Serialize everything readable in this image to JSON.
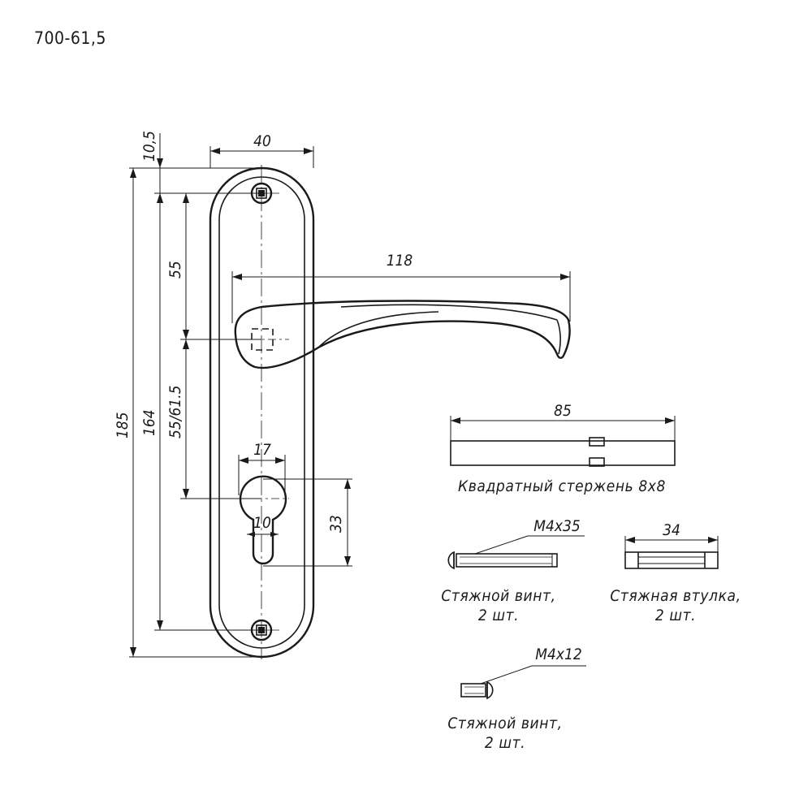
{
  "model_code": "700-61,5",
  "dimensions": {
    "plate_width": "40",
    "top_offset": "10,5",
    "lever_length": "118",
    "total_height": "185",
    "screw_spacing": "164",
    "upper_offset": "55",
    "cylinder_offset": "55/61.5",
    "cylinder_width": "17",
    "cylinder_inner": "10",
    "cylinder_height": "33"
  },
  "parts": {
    "spindle": {
      "length": "85",
      "caption": "Квадратный стержень 8x8"
    },
    "screw_long": {
      "size": "M4x35",
      "caption_line1": "Стяжной винт,",
      "caption_line2": "2 шт."
    },
    "sleeve": {
      "length": "34",
      "caption_line1": "Стяжная втулка,",
      "caption_line2": "2 шт."
    },
    "screw_short": {
      "size": "M4x12",
      "caption_line1": "Стяжной винт,",
      "caption_line2": "2 шт."
    }
  },
  "colors": {
    "ink": "#1a1a1a",
    "background": "#ffffff"
  }
}
